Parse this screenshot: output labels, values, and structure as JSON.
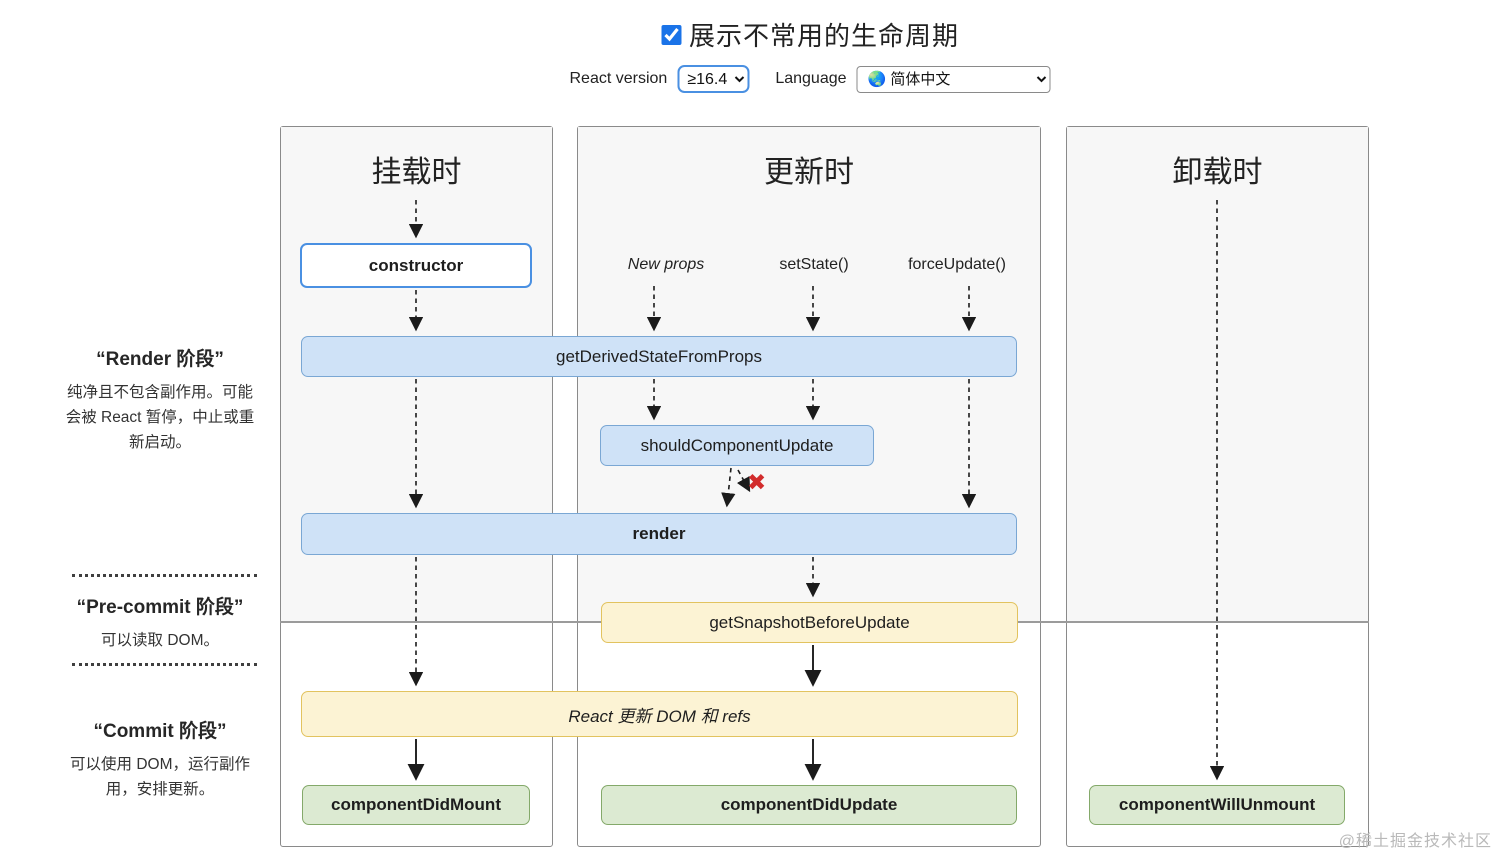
{
  "header": {
    "checkbox_checked": "true",
    "title": "展示不常用的生命周期",
    "react_version_label": "React version",
    "react_version_value": "≥16.4",
    "language_label": "Language",
    "language_value": "🌏 简体中文"
  },
  "sidebar": {
    "render_phase": {
      "title": "“Render 阶段”",
      "desc": "纯净且不包含副作用。可能会被 React 暂停，中止或重新启动。"
    },
    "pre_commit_phase": {
      "title": "“Pre-commit 阶段”",
      "desc": "可以读取 DOM。"
    },
    "commit_phase": {
      "title": "“Commit 阶段”",
      "desc": "可以使用 DOM，运行副作用，安排更新。"
    }
  },
  "diagram": {
    "mounting": {
      "title": "挂载时",
      "constructor": "constructor",
      "componentDidMount": "componentDidMount"
    },
    "updating": {
      "title": "更新时",
      "new_props": "New props",
      "set_state": "setState()",
      "force_update": "forceUpdate()",
      "shouldComponentUpdate": "shouldComponentUpdate",
      "getSnapshotBeforeUpdate": "getSnapshotBeforeUpdate",
      "componentDidUpdate": "componentDidUpdate"
    },
    "unmounting": {
      "title": "卸载时",
      "componentWillUnmount": "componentWillUnmount"
    },
    "shared": {
      "getDerivedStateFromProps": "getDerivedStateFromProps",
      "render": "render",
      "react_updates_dom": "React 更新 DOM 和 refs"
    }
  },
  "icons": {
    "cancel_x": "✖",
    "globe": "🌏"
  },
  "colors": {
    "accent_blue": "#1a73e8",
    "box_blue_fill": "#cfe2f7",
    "box_blue_border": "#7aa7d4",
    "constructor_border": "#4a90e2",
    "box_yellow_fill": "#fcf3d4",
    "box_yellow_border": "#e2c35f",
    "box_green_fill": "#dcead2",
    "box_green_border": "#84a96a",
    "red_x": "#d22c2c",
    "column_border": "#8a8a8a",
    "column_gray_bg": "#f7f7f7"
  },
  "watermark": "@稀土掘金技术社区"
}
